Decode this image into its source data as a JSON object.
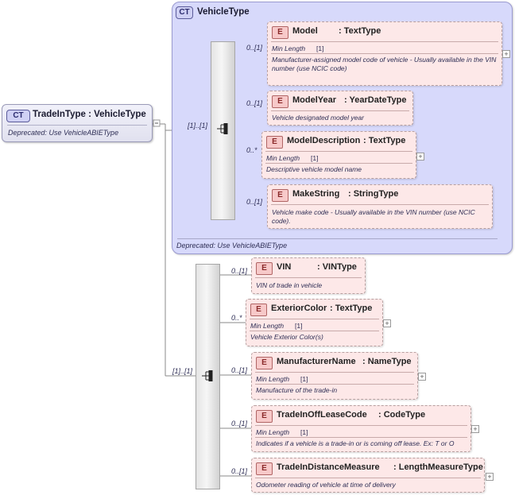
{
  "root": {
    "badge": "CT",
    "title": "TradeInType : VehicleType",
    "doc": "Deprecated: Use VehicleABIEType"
  },
  "vehicle_type": {
    "badge": "CT",
    "title": "VehicleType",
    "doc": "Deprecated: Use VehicleABIEType",
    "sequence_multiplicity": "[1]..[1]"
  },
  "tradein_sequence_multiplicity": "[1]..[1]",
  "vt_elements": [
    {
      "badge": "E",
      "name": "Model",
      "type": ": TextType",
      "multiplicity": "0..[1]",
      "facet": "Min Length",
      "facet_value": "[1]",
      "doc": "Manufacturer-assigned model code of vehicle - Usually available in the VIN number (use NCIC code)"
    },
    {
      "badge": "E",
      "name": "ModelYear",
      "type": ": YearDateType",
      "multiplicity": "0..[1]",
      "doc": "Vehicle designated model year"
    },
    {
      "badge": "E",
      "name": "ModelDescription",
      "type": ": TextType",
      "multiplicity": "0..*",
      "facet": "Min Length",
      "facet_value": "[1]",
      "doc": "Descriptive vehicle model name"
    },
    {
      "badge": "E",
      "name": "MakeString",
      "type": ": StringType",
      "multiplicity": "0..[1]",
      "doc": "Vehicle make code - Usually available in the VIN number (use NCIC code)."
    }
  ],
  "ti_elements": [
    {
      "badge": "E",
      "name": "VIN",
      "type": ": VINType",
      "multiplicity": "0..[1]",
      "doc": "VIN of trade in vehicle"
    },
    {
      "badge": "E",
      "name": "ExteriorColor",
      "type": ": TextType",
      "multiplicity": "0..*",
      "facet": "Min Length",
      "facet_value": "[1]",
      "doc": "Vehicle Exterior Color(s)"
    },
    {
      "badge": "E",
      "name": "ManufacturerName",
      "type": ": NameType",
      "multiplicity": "0..[1]",
      "facet": "Min Length",
      "facet_value": "[1]",
      "doc": "Manufacture of the trade-in"
    },
    {
      "badge": "E",
      "name": "TradeInOffLeaseCode",
      "type": ": CodeType",
      "multiplicity": "0..[1]",
      "facet": "Min Length",
      "facet_value": "[1]",
      "doc": "Indicates if a vehicle is a trade-in or is coming off lease. Ex: T or O"
    },
    {
      "badge": "E",
      "name": "TradeInDistanceMeasure",
      "type": ": LengthMeasureType",
      "multiplicity": "0..[1]",
      "doc": "Odometer reading of vehicle at time of delivery"
    }
  ]
}
